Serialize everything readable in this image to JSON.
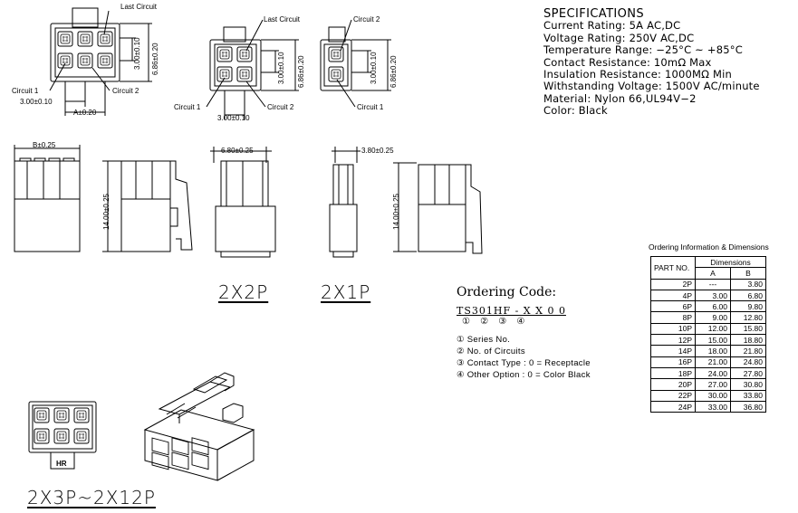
{
  "specs": {
    "title": "SPECIFICATIONS",
    "lines": [
      "Current Rating: 5A AC,DC",
      "Voltage Rating: 250V AC,DC",
      "Temperature Range: −25°C ~ +85°C",
      "Contact Resistance: 10mΩ Max",
      "Insulation Resistance: 1000MΩ Min",
      "Withstanding Voltage: 1500V AC/minute",
      "Material: Nylon 66,UL94V−2",
      "Color: Black"
    ]
  },
  "top_labels": {
    "last_circuit": "Last Circuit",
    "circuit_1": "Circuit 1",
    "circuit_2": "Circuit 2",
    "pitch": "3.00±0.10",
    "a_dim": "A±0.20",
    "h_300": "3.00±0.10",
    "h_686": "6.86±0.20"
  },
  "side_labels": {
    "b_dim": "B±0.25",
    "height": "14.00±0.25",
    "w_2x2": "6.80±0.25",
    "w_2x1": "3.80±0.25"
  },
  "models": {
    "m_2x2": "2X2P",
    "m_2x1": "2X1P",
    "m_2x3": "2X3P~2X12P"
  },
  "ordering": {
    "heading": "Ordering Code:",
    "code": "TS301HF - X X 0 0",
    "code_nums": "① ② ③ ④",
    "notes": [
      "① Series No.",
      "② No. of Circuits",
      "③ Contact Type : 0 = Receptacle",
      "④ Other Option : 0 = Color Black"
    ]
  },
  "dimensions_table": {
    "title": "Ordering Information & Dimensions",
    "col_part": "PART NO.",
    "col_dims": "Dimensions",
    "col_a": "A",
    "col_b": "B",
    "rows": [
      [
        "2P",
        "---",
        "3.80"
      ],
      [
        "4P",
        "3.00",
        "6.80"
      ],
      [
        "6P",
        "6.00",
        "9.80"
      ],
      [
        "8P",
        "9.00",
        "12.80"
      ],
      [
        "10P",
        "12.00",
        "15.80"
      ],
      [
        "12P",
        "15.00",
        "18.80"
      ],
      [
        "14P",
        "18.00",
        "21.80"
      ],
      [
        "16P",
        "21.00",
        "24.80"
      ],
      [
        "18P",
        "24.00",
        "27.80"
      ],
      [
        "20P",
        "27.00",
        "30.80"
      ],
      [
        "22P",
        "30.00",
        "33.80"
      ],
      [
        "24P",
        "33.00",
        "36.80"
      ]
    ]
  },
  "bottom_label": "HR"
}
